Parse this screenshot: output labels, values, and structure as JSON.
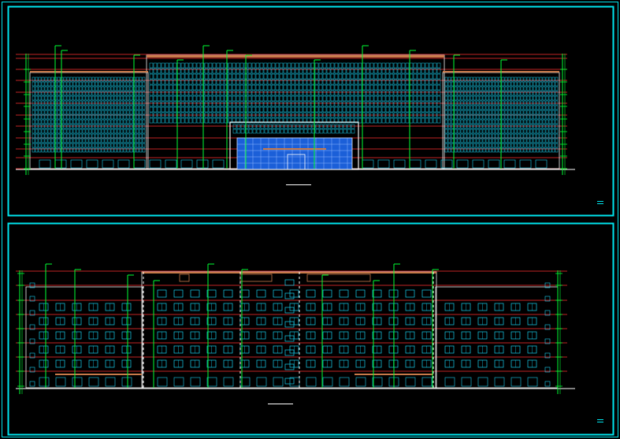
{
  "drawing": {
    "background": "#000000",
    "colors": {
      "frame": "#00e5ee",
      "floor_line": "#ff3030",
      "dimension": "#00ff33",
      "window": "#19d0f0",
      "glass_curtain": "#1b5fd8",
      "outline": "#f0f0f0",
      "accent": "#c97a4a"
    },
    "sheets": [
      {
        "id": "upper-elevation",
        "style": "curtain-wall",
        "caption": ""
      },
      {
        "id": "lower-elevation",
        "style": "punched-window",
        "caption": ""
      }
    ],
    "title_block_icon": "equals-icon"
  }
}
